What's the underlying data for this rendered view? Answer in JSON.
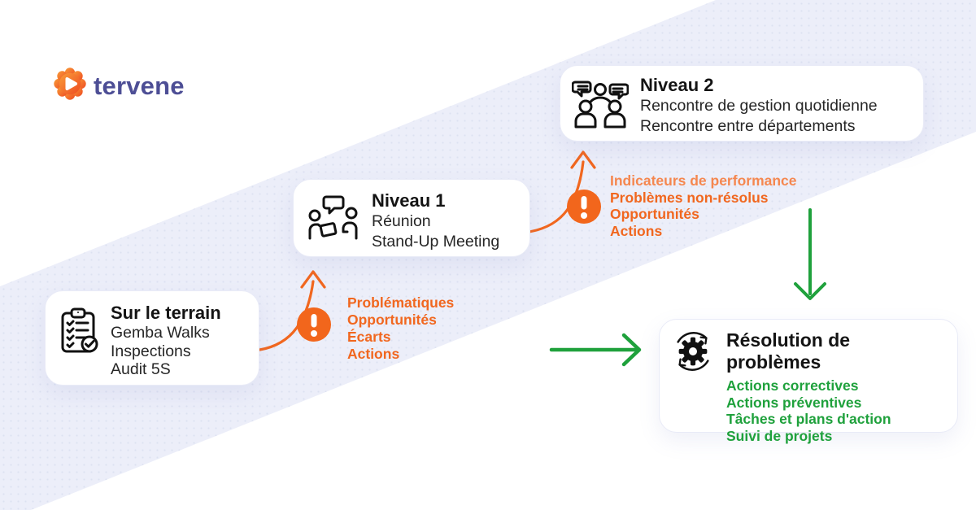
{
  "logo": {
    "text": "tervene"
  },
  "cards": {
    "terrain": {
      "title": "Sur le terrain",
      "lines": [
        "Gemba Walks",
        "Inspections",
        "Audit 5S"
      ]
    },
    "niveau1": {
      "title": "Niveau 1",
      "lines": [
        "Réunion",
        "Stand-Up Meeting"
      ]
    },
    "niveau2": {
      "title": "Niveau 2",
      "lines": [
        "Rencontre de gestion quotidienne",
        "Rencontre entre départements"
      ]
    },
    "resolution": {
      "title": "Résolution de problèmes",
      "lines": [
        "Actions correctives",
        "Actions préventives",
        "Tâches et plans d'action",
        "Suivi de projets"
      ]
    }
  },
  "flows": {
    "terrain_to_niveau1": {
      "items": [
        "Problématiques",
        "Opportunités",
        "Écarts",
        "Actions"
      ]
    },
    "niveau1_to_niveau2": {
      "items": [
        "Indicateurs de performance",
        "Problèmes non-résolus",
        "Opportunités",
        "Actions"
      ]
    }
  },
  "icons": [
    "tervene-logo-icon",
    "clipboard-checklist-icon",
    "standup-meeting-icon",
    "team-discussion-icon",
    "gear-cycle-icon",
    "alert-exclamation-icon"
  ],
  "colors": {
    "orange": "#F1671F",
    "orange_light": "#F5874F",
    "orange_badge": "#F2661C",
    "green": "#1FA13C",
    "band_lavender": "#ECEEF9",
    "logo_indigo": "#4D4E95",
    "ink": "#1E1E1E",
    "card_border": "#E9EBF7"
  }
}
